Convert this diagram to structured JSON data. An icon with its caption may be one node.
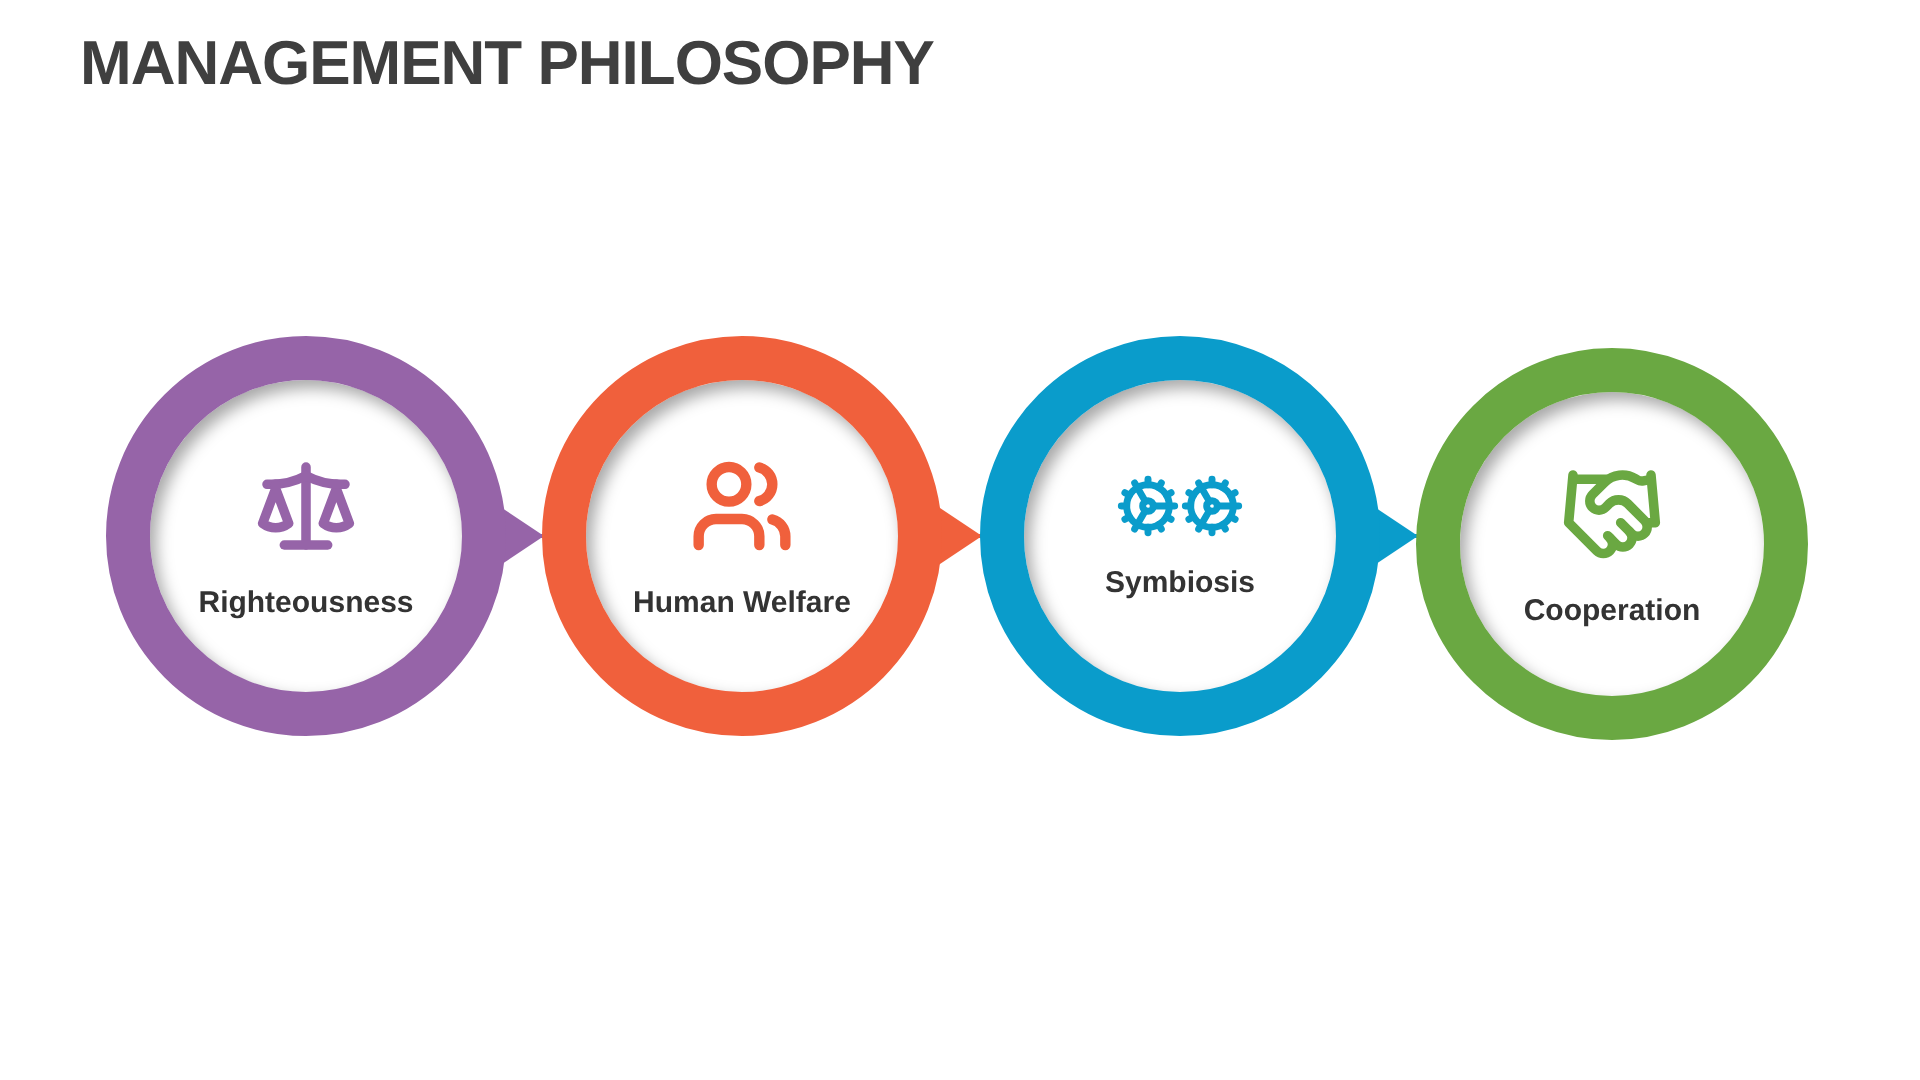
{
  "diagram": {
    "title": "MANAGEMENT PHILOSOPHY",
    "nodes": [
      {
        "text": [
          "Righteousness"
        ]
      },
      {
        "text": [
          "Human Welfare"
        ]
      },
      {
        "text": [
          "Symbiosis"
        ]
      },
      {
        "text": [
          "Cooperation"
        ]
      }
    ],
    "edges": [
      {
        "from": 0,
        "to": 1,
        "arrow": "to",
        "color": "#9664a8"
      },
      {
        "from": 1,
        "to": 2,
        "arrow": "to",
        "color": "#f0603c"
      },
      {
        "from": 2,
        "to": 3,
        "arrow": "to",
        "color": "#0a9ccb"
      }
    ]
  }
}
